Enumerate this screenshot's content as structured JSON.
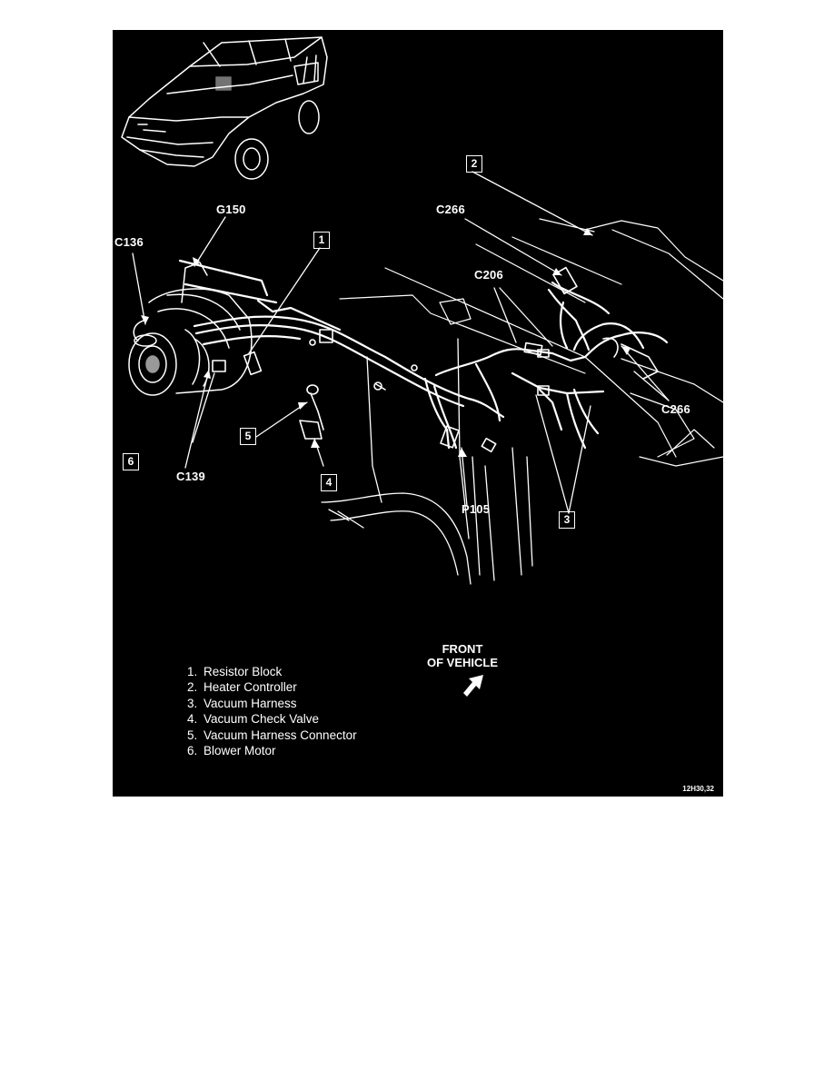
{
  "diagram": {
    "callouts": {
      "g150": "G150",
      "c136": "C136",
      "c266_top": "C266",
      "c206": "C206",
      "c266_right": "C266",
      "c139": "C139",
      "p105": "P105"
    },
    "boxes": {
      "b1": "1",
      "b2": "2",
      "b3": "3",
      "b4": "4",
      "b5": "5",
      "b6": "6"
    },
    "legend": [
      {
        "num": "1.",
        "label": "Resistor Block"
      },
      {
        "num": "2.",
        "label": "Heater Controller"
      },
      {
        "num": "3.",
        "label": "Vacuum Harness"
      },
      {
        "num": "4.",
        "label": "Vacuum Check Valve"
      },
      {
        "num": "5.",
        "label": "Vacuum Harness Connector"
      },
      {
        "num": "6.",
        "label": "Blower Motor"
      }
    ],
    "front_label_line1": "FRONT",
    "front_label_line2": "OF VEHICLE",
    "figure_id": "12H30,32"
  },
  "colors": {
    "background": "#000000",
    "ink": "#ffffff",
    "page": "#ffffff"
  }
}
